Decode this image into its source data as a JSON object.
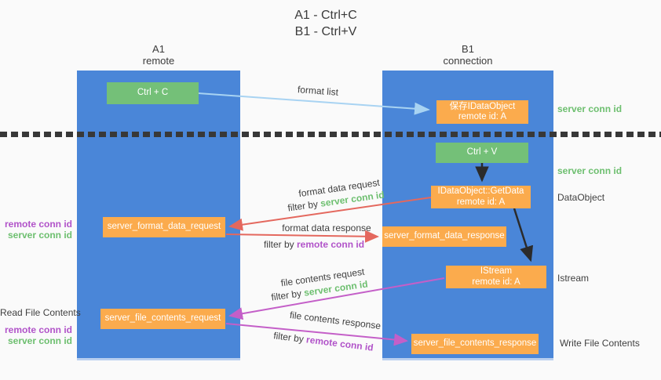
{
  "title": {
    "line1": "A1 - Ctrl+C",
    "line2": "B1 - Ctrl+V"
  },
  "columns": {
    "a": {
      "id": "A1",
      "name": "remote"
    },
    "b": {
      "id": "B1",
      "name": "connection"
    }
  },
  "nodes": {
    "ctrl_c": {
      "label": "Ctrl + C"
    },
    "ctrl_v": {
      "label": "Ctrl + V"
    },
    "save_idataobject": {
      "line1": "保存IDataObject",
      "line2": "remote id: A"
    },
    "idataobject_getdata": {
      "line1": "IDataObject::GetData",
      "line2": "remote id: A"
    },
    "istream": {
      "line1": "IStream",
      "line2": "remote id: A"
    },
    "server_format_data_request": {
      "label": "server_format_data_request"
    },
    "server_format_data_response": {
      "label": "server_format_data_response"
    },
    "server_file_contents_request": {
      "label": "server_file_contents_request"
    },
    "server_file_contents_response": {
      "label": "server_file_contents_response"
    }
  },
  "arrow_labels": {
    "format_list": "format list",
    "format_data_request": "format data request",
    "format_data_response": "format data response",
    "file_contents_request": "file contents request",
    "file_contents_response": "file contents response",
    "filter_by": "filter by",
    "server_conn_id": "server conn id",
    "remote_conn_id": "remote conn id"
  },
  "side_labels": {
    "server_conn_id": "server conn id",
    "remote_conn_id": "remote conn id",
    "dataobject": "DataObject",
    "istream": "Istream",
    "read_file_contents": "Read File Contents",
    "write_file_contents": "Write File Contents"
  },
  "colors": {
    "background": "#fafafa",
    "column_blue": "#4a86d8",
    "node_green": "#74c078",
    "node_orange": "#fbab4d",
    "arrow_lightblue": "#a8d3f2",
    "arrow_black": "#2b2b2b",
    "arrow_red": "#e4685e",
    "arrow_purple": "#c45fc8",
    "text_green": "#6dbf6f",
    "text_purple": "#b153c9",
    "text_dark": "#3f3f3f",
    "dash_line": "#383838"
  }
}
